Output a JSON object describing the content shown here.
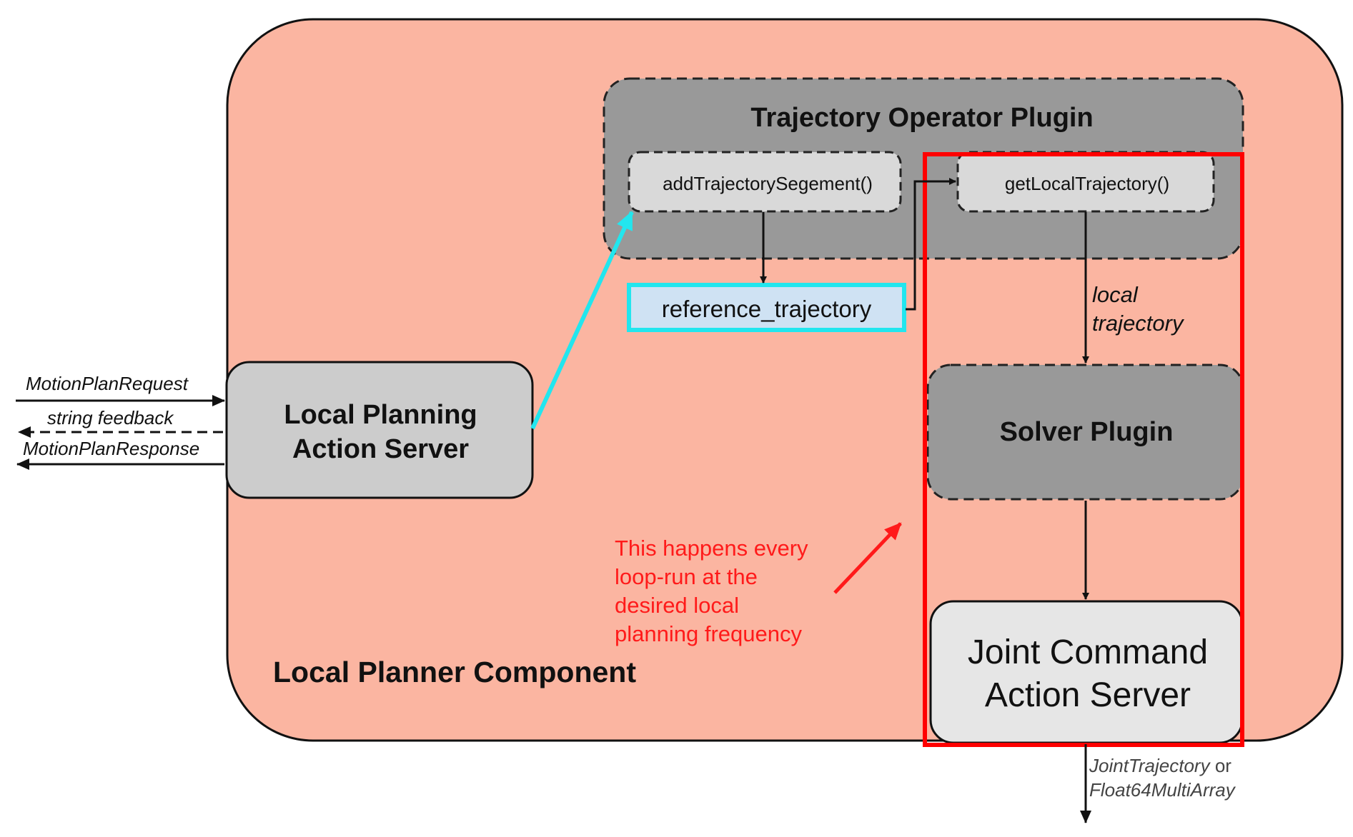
{
  "diagram": {
    "component_title": "Local Planner Component",
    "trajectory_operator": {
      "title": "Trajectory Operator Plugin",
      "add_segment": "addTrajectorySegement()",
      "get_local": "getLocalTrajectory()"
    },
    "reference_trajectory": "reference_trajectory",
    "local_planning_server": "Local Planning\nAction Server",
    "solver_plugin": "Solver Plugin",
    "joint_command_server": "Joint Command\nAction Server",
    "local_trajectory_label": "local\ntrajectory",
    "note": "This happens every\nloop-run at the\ndesired local\nplanning frequency",
    "inputs": {
      "request": "MotionPlanRequest",
      "feedback": "string feedback",
      "response": "MotionPlanResponse"
    },
    "output": {
      "type_a": "JointTrajectory",
      "or": "or",
      "type_b": "Float64MultiArray"
    }
  },
  "colors": {
    "component_fill": "#fbb5a1",
    "plugin_fill": "#999999",
    "function_fill": "#d9d9d9",
    "server_fill": "#cccccc",
    "joint_server_fill": "#e6e6e6",
    "reference_fill": "#cfe2f3",
    "highlight_cyan": "#22e6ee",
    "highlight_red": "#ff0000"
  }
}
